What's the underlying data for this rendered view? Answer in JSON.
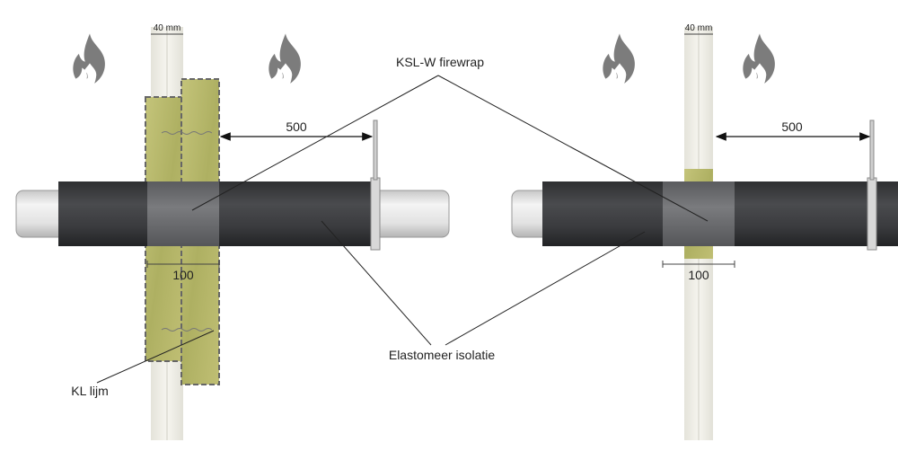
{
  "labels": {
    "wall_thickness_left": "40 mm",
    "wall_thickness_right": "40 mm",
    "distance_left": "500",
    "distance_right": "500",
    "wrap_width_left": "100",
    "wrap_width_right": "100",
    "firewrap": "KSL-W firewrap",
    "insulation": "Elastomeer isolatie",
    "glue": "KL lijm"
  },
  "icons": [
    "flame-icon",
    "flame-icon",
    "flame-icon",
    "flame-icon"
  ],
  "colors": {
    "pipe_insulation": "#3f4043",
    "firewrap": "#6b6c6f",
    "mineral_wool": "#b8b86a",
    "wall": "#ecebe4",
    "flame": "#7a7a7a",
    "pipe_core": "#d9d9d9"
  }
}
